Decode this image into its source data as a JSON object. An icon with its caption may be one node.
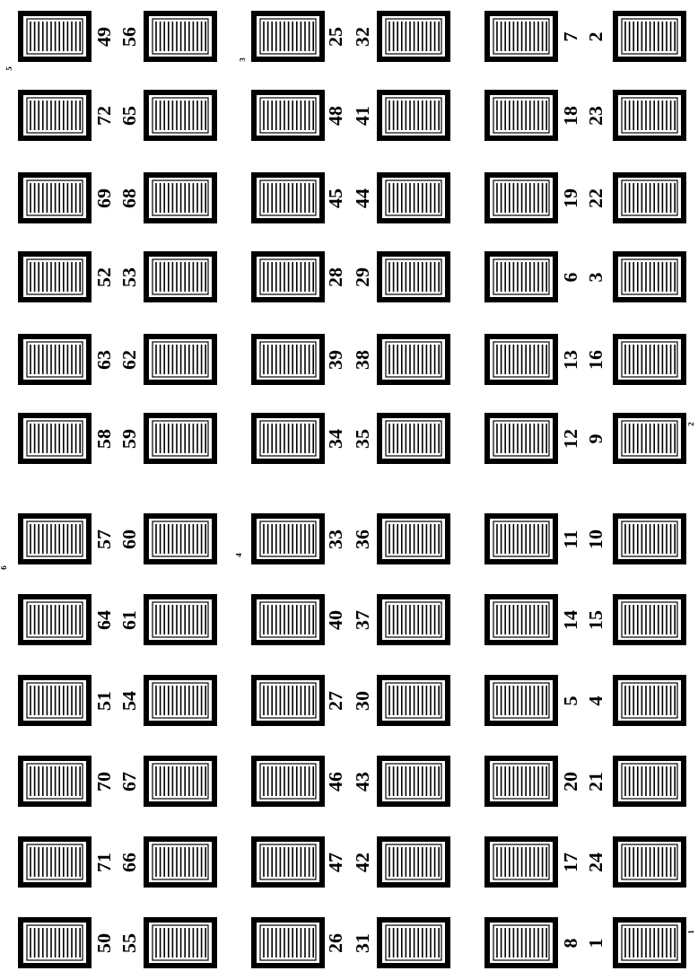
{
  "diagram": {
    "nodes": [
      {
        "text": [],
        "shape": "box",
        "beside": [
          "49"
        ]
      },
      {
        "text": [],
        "shape": "box",
        "beside": [
          "56"
        ]
      },
      {
        "text": [],
        "shape": "box",
        "beside": [
          "25"
        ]
      },
      {
        "text": [],
        "shape": "box",
        "beside": [
          "32"
        ]
      },
      {
        "text": [],
        "shape": "box",
        "beside": [
          "7"
        ]
      },
      {
        "text": [],
        "shape": "box",
        "beside": [
          "2"
        ]
      },
      {
        "text": [],
        "shape": "box",
        "beside": [
          "72"
        ]
      },
      {
        "text": [],
        "shape": "box",
        "beside": [
          "65"
        ]
      },
      {
        "text": [],
        "shape": "box",
        "beside": [
          "48"
        ]
      },
      {
        "text": [],
        "shape": "box",
        "beside": [
          "41"
        ]
      },
      {
        "text": [],
        "shape": "box",
        "beside": [
          "18"
        ]
      },
      {
        "text": [],
        "shape": "box",
        "beside": [
          "23"
        ]
      },
      {
        "text": [],
        "shape": "box",
        "beside": [
          "69"
        ]
      },
      {
        "text": [],
        "shape": "box",
        "beside": [
          "68"
        ]
      },
      {
        "text": [],
        "shape": "box",
        "beside": [
          "45"
        ]
      },
      {
        "text": [],
        "shape": "box",
        "beside": [
          "44"
        ]
      },
      {
        "text": [],
        "shape": "box",
        "beside": [
          "19"
        ]
      },
      {
        "text": [],
        "shape": "box",
        "beside": [
          "22"
        ]
      },
      {
        "text": [],
        "shape": "box",
        "beside": [
          "52"
        ]
      },
      {
        "text": [],
        "shape": "box",
        "beside": [
          "53"
        ]
      },
      {
        "text": [],
        "shape": "box",
        "beside": [
          "28"
        ]
      },
      {
        "text": [],
        "shape": "box",
        "beside": [
          "29"
        ]
      },
      {
        "text": [],
        "shape": "box",
        "beside": [
          "6"
        ]
      },
      {
        "text": [],
        "shape": "box",
        "beside": [
          "3"
        ]
      },
      {
        "text": [],
        "shape": "box",
        "beside": [
          "63"
        ]
      },
      {
        "text": [],
        "shape": "box",
        "beside": [
          "62"
        ]
      },
      {
        "text": [],
        "shape": "box",
        "beside": [
          "39"
        ]
      },
      {
        "text": [],
        "shape": "box",
        "beside": [
          "38"
        ]
      },
      {
        "text": [],
        "shape": "box",
        "beside": [
          "13"
        ]
      },
      {
        "text": [],
        "shape": "box",
        "beside": [
          "16"
        ]
      },
      {
        "text": [],
        "shape": "box",
        "beside": [
          "58"
        ]
      },
      {
        "text": [],
        "shape": "box",
        "beside": [
          "59"
        ]
      },
      {
        "text": [],
        "shape": "box",
        "beside": [
          "34"
        ]
      },
      {
        "text": [],
        "shape": "box",
        "beside": [
          "35"
        ]
      },
      {
        "text": [],
        "shape": "box",
        "beside": [
          "12"
        ]
      },
      {
        "text": [],
        "shape": "box",
        "beside": [
          "9"
        ]
      },
      {
        "text": [],
        "shape": "box",
        "beside": [
          "57"
        ]
      },
      {
        "text": [],
        "shape": "box",
        "beside": [
          "60"
        ]
      },
      {
        "text": [],
        "shape": "box",
        "beside": [
          "33"
        ]
      },
      {
        "text": [],
        "shape": "box",
        "beside": [
          "36"
        ]
      },
      {
        "text": [],
        "shape": "box",
        "beside": [
          "11"
        ]
      },
      {
        "text": [],
        "shape": "box",
        "beside": [
          "10"
        ]
      },
      {
        "text": [],
        "shape": "box",
        "beside": [
          "64"
        ]
      },
      {
        "text": [],
        "shape": "box",
        "beside": [
          "61"
        ]
      },
      {
        "text": [],
        "shape": "box",
        "beside": [
          "40"
        ]
      },
      {
        "text": [],
        "shape": "box",
        "beside": [
          "37"
        ]
      },
      {
        "text": [],
        "shape": "box",
        "beside": [
          "14"
        ]
      },
      {
        "text": [],
        "shape": "box",
        "beside": [
          "15"
        ]
      },
      {
        "text": [],
        "shape": "box",
        "beside": [
          "51"
        ]
      },
      {
        "text": [],
        "shape": "box",
        "beside": [
          "54"
        ]
      },
      {
        "text": [],
        "shape": "box",
        "beside": [
          "27"
        ]
      },
      {
        "text": [],
        "shape": "box",
        "beside": [
          "30"
        ]
      },
      {
        "text": [],
        "shape": "box",
        "beside": [
          "5"
        ]
      },
      {
        "text": [],
        "shape": "box",
        "beside": [
          "4"
        ]
      },
      {
        "text": [],
        "shape": "box",
        "beside": [
          "70"
        ]
      },
      {
        "text": [],
        "shape": "box",
        "beside": [
          "67"
        ]
      },
      {
        "text": [],
        "shape": "box",
        "beside": [
          "46"
        ]
      },
      {
        "text": [],
        "shape": "box",
        "beside": [
          "43"
        ]
      },
      {
        "text": [],
        "shape": "box",
        "beside": [
          "20"
        ]
      },
      {
        "text": [],
        "shape": "box",
        "beside": [
          "21"
        ]
      },
      {
        "text": [],
        "shape": "box",
        "beside": [
          "71"
        ]
      },
      {
        "text": [],
        "shape": "box",
        "beside": [
          "66"
        ]
      },
      {
        "text": [],
        "shape": "box",
        "beside": [
          "47"
        ]
      },
      {
        "text": [],
        "shape": "box",
        "beside": [
          "42"
        ]
      },
      {
        "text": [],
        "shape": "box",
        "beside": [
          "17"
        ]
      },
      {
        "text": [],
        "shape": "box",
        "beside": [
          "24"
        ]
      },
      {
        "text": [],
        "shape": "box",
        "beside": [
          "50"
        ]
      },
      {
        "text": [],
        "shape": "box",
        "beside": [
          "55"
        ]
      },
      {
        "text": [],
        "shape": "box",
        "beside": [
          "26"
        ]
      },
      {
        "text": [],
        "shape": "box",
        "beside": [
          "31"
        ]
      },
      {
        "text": [],
        "shape": "box",
        "beside": [
          "8"
        ]
      },
      {
        "text": [],
        "shape": "box",
        "beside": [
          "1"
        ]
      }
    ],
    "labels": [
      "5",
      "3",
      "2",
      "6",
      "4",
      "1"
    ]
  }
}
